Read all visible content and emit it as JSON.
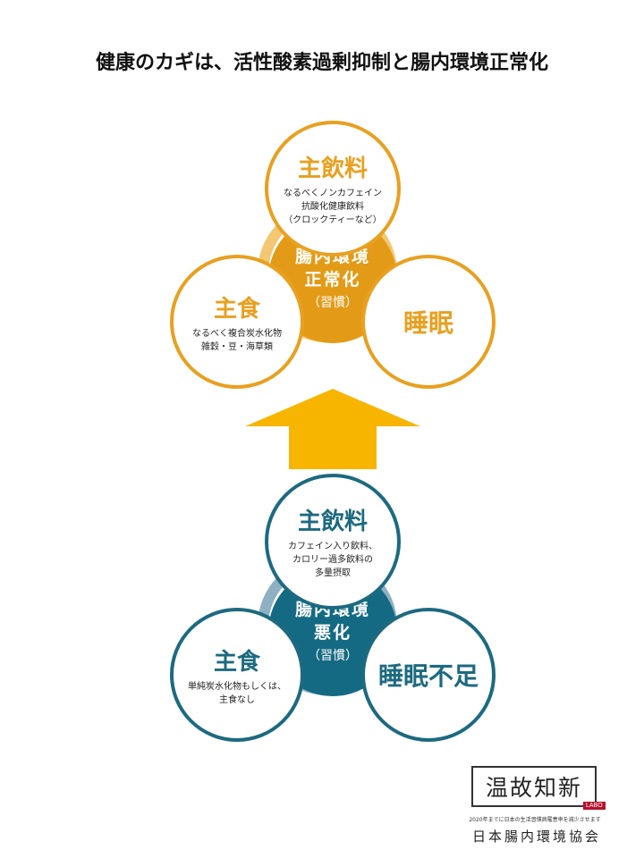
{
  "title": "健康のカギは、活性酸素過剰抑制と腸内環境正常化",
  "colors": {
    "good_primary": "#e8a020",
    "good_center": "#e39b17",
    "good_ring": "#f3c773",
    "bad_primary": "#1d6a80",
    "bad_center": "#146a82",
    "bad_ring": "#8fb0c2",
    "arrow": "#f7b500"
  },
  "good": {
    "center": {
      "line1": "腸内環境",
      "line2": "正常化",
      "line3": "（習慣）"
    },
    "drink": {
      "heading": "主飲料",
      "lines": [
        "なるべくノンカフェイン",
        "抗酸化健康飲料",
        "（クロックティーなど）"
      ]
    },
    "food": {
      "heading": "主食",
      "lines": [
        "なるべく複合炭水化物",
        "雑穀・豆・海草類"
      ]
    },
    "sleep": {
      "heading": "睡眠"
    }
  },
  "bad": {
    "center": {
      "line1": "腸内環境",
      "line2": "悪化",
      "line3": "（習慣）"
    },
    "drink": {
      "heading": "主飲料",
      "lines": [
        "カフェイン入り飲料、",
        "カロリー過多飲料の",
        "多量摂取"
      ]
    },
    "food": {
      "heading": "主食",
      "lines": [
        "単純炭水化物もしくは、",
        "主食なし"
      ]
    },
    "sleep": {
      "heading": "睡眠不足"
    }
  },
  "logo": {
    "text": "温故知新",
    "badge": "LABO",
    "tagline": "2020年までに日本の生活習慣病罹患率を減少させます",
    "org": "日本腸内環境協会"
  },
  "icons": {
    "arrow": "up-arrow-icon"
  }
}
